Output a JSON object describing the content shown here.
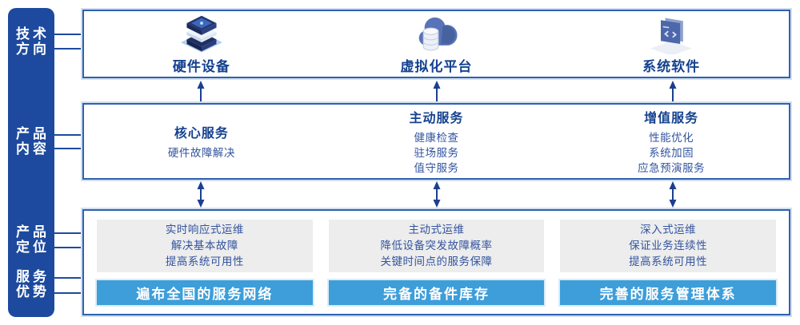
{
  "colors": {
    "sidebar-blue": "#1d4a9e",
    "panel-border": "#2e62ae",
    "title-navy": "#14418f",
    "item-navy": "#33549f",
    "bar-blue": "#3d9ed9",
    "arrow-navy": "#1c3f8f"
  },
  "sidebar": {
    "rows": [
      {
        "line1": "技术",
        "line2": "方向"
      },
      {
        "line1": "产品",
        "line2": "内容"
      },
      {
        "line1": "产品",
        "line2": "定位"
      },
      {
        "line1": "服务",
        "line2": "优势"
      }
    ]
  },
  "tech_row": {
    "items": [
      {
        "icon": "server-stack-icon",
        "label": "硬件设备"
      },
      {
        "icon": "cloud-database-icon",
        "label": "虚拟化平台"
      },
      {
        "icon": "software-window-icon",
        "label": "系统软件"
      }
    ]
  },
  "content_row": {
    "columns": [
      {
        "title": "核心服务",
        "items": [
          "硬件故障解决"
        ]
      },
      {
        "title": "主动服务",
        "items": [
          "健康检查",
          "驻场服务",
          "值守服务"
        ]
      },
      {
        "title": "增值服务",
        "items": [
          "性能优化",
          "系统加固",
          "应急预演服务"
        ]
      }
    ]
  },
  "bottom_row": {
    "columns": [
      {
        "positioning": [
          "实时响应式运维",
          "解决基本故障",
          "提高系统可用性"
        ],
        "advantage": "遍布全国的服务网络"
      },
      {
        "positioning": [
          "主动式运维",
          "降低设备突发故障概率",
          "关键时间点的服务保障"
        ],
        "advantage": "完备的备件库存"
      },
      {
        "positioning": [
          "深入式运维",
          "保证业务连续性",
          "提高系统可用性"
        ],
        "advantage": "完善的服务管理体系"
      }
    ]
  }
}
